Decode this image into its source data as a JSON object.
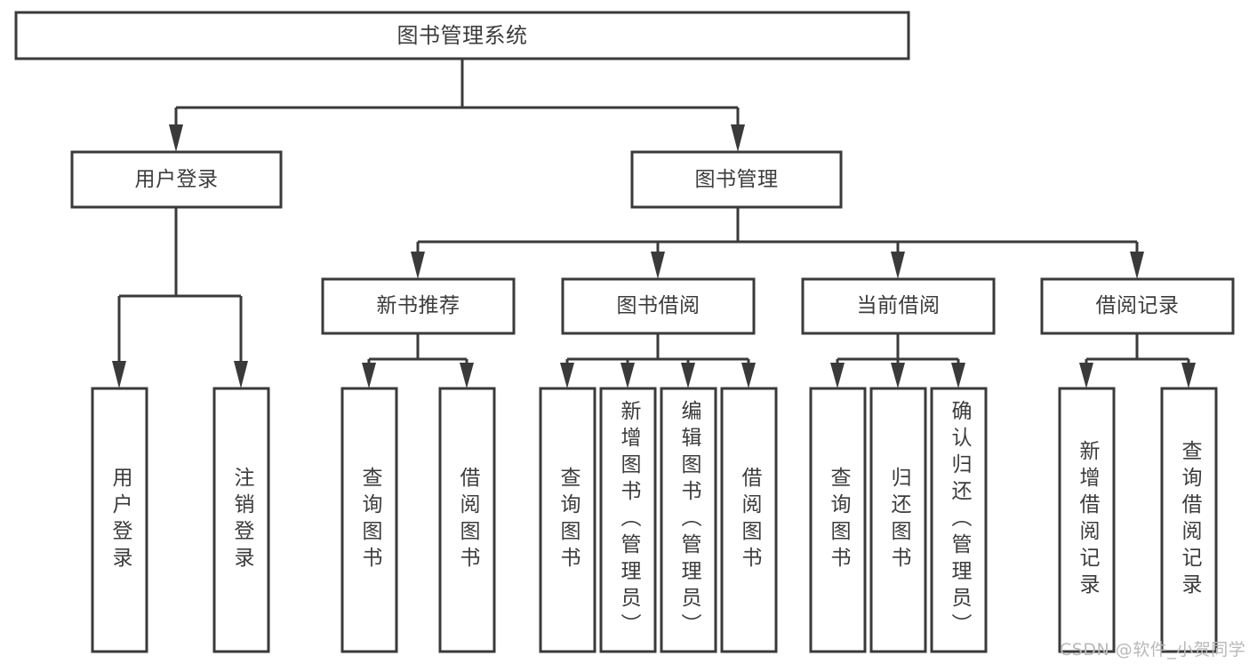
{
  "diagram": {
    "type": "tree-hierarchy",
    "title": "图书管理系统",
    "watermark": "CSDN @软件_小贺同学",
    "colors": {
      "stroke": "#3a3a3a",
      "box_fill": "#ffffff",
      "text": "#3c3c3c",
      "background": "#ffffff",
      "watermark": "#b9b9b9"
    },
    "levels": {
      "level1": {
        "label": "图书管理系统"
      },
      "level2": [
        {
          "label": "用户登录"
        },
        {
          "label": "图书管理"
        }
      ],
      "level3": [
        {
          "label": "新书推荐"
        },
        {
          "label": "图书借阅"
        },
        {
          "label": "当前借阅"
        },
        {
          "label": "借阅记录"
        }
      ],
      "leaves": {
        "user_login": [
          {
            "label": "用户登录"
          },
          {
            "label": "注销登录"
          }
        ],
        "new_book_recommend": [
          {
            "label": "查询图书"
          },
          {
            "label": "借阅图书"
          }
        ],
        "book_borrow": [
          {
            "label": "查询图书"
          },
          {
            "label": "新增图书（管理员）"
          },
          {
            "label": "编辑图书（管理员）"
          },
          {
            "label": "借阅图书"
          }
        ],
        "current_borrow": [
          {
            "label": "查询图书"
          },
          {
            "label": "归还图书"
          },
          {
            "label": "确认归还（管理员）"
          }
        ],
        "borrow_record": [
          {
            "label": "新增借阅记录"
          },
          {
            "label": "查询借阅记录"
          }
        ]
      }
    },
    "edges": [
      {
        "from": "图书管理系统",
        "to": "用户登录"
      },
      {
        "from": "图书管理系统",
        "to": "图书管理"
      },
      {
        "from": "用户登录",
        "to": "用户登录"
      },
      {
        "from": "用户登录",
        "to": "注销登录"
      },
      {
        "from": "图书管理",
        "to": "新书推荐"
      },
      {
        "from": "图书管理",
        "to": "图书借阅"
      },
      {
        "from": "图书管理",
        "to": "当前借阅"
      },
      {
        "from": "图书管理",
        "to": "借阅记录"
      },
      {
        "from": "新书推荐",
        "to": "查询图书"
      },
      {
        "from": "新书推荐",
        "to": "借阅图书"
      },
      {
        "from": "图书借阅",
        "to": "查询图书"
      },
      {
        "from": "图书借阅",
        "to": "新增图书（管理员）"
      },
      {
        "from": "图书借阅",
        "to": "编辑图书（管理员）"
      },
      {
        "from": "图书借阅",
        "to": "借阅图书"
      },
      {
        "from": "当前借阅",
        "to": "查询图书"
      },
      {
        "from": "当前借阅",
        "to": "归还图书"
      },
      {
        "from": "当前借阅",
        "to": "确认归还（管理员）"
      },
      {
        "from": "借阅记录",
        "to": "新增借阅记录"
      },
      {
        "from": "借阅记录",
        "to": "查询借阅记录"
      }
    ]
  }
}
